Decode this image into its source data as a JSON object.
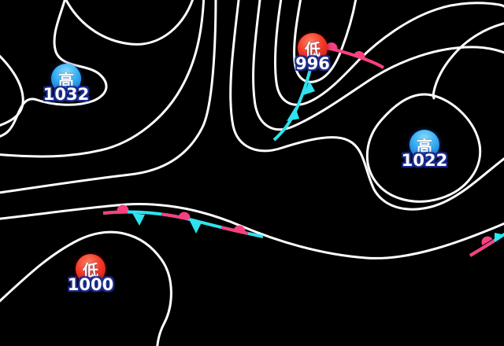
{
  "map": {
    "background_color": "#000000",
    "isobar_color": "#ffffff",
    "colors": {
      "background": "#000000",
      "isobar": "#ffffff",
      "warm_front": "#f84080",
      "cold_front": "#2fe3ee",
      "high_badge_top": "#8edbfa",
      "high_badge_main": "#35aef2",
      "high_badge_edge": "#1565c8",
      "low_badge_top": "#ff8263",
      "low_badge_main": "#f43524",
      "low_badge_edge": "#bf1d15",
      "symbol_text": "#ffffff",
      "value_text": "#ffffff",
      "value_outline": "#1c2a8a"
    },
    "pressure_centers": [
      {
        "id": "high-1032",
        "kind": "high",
        "symbol": "高",
        "value": "1032"
      },
      {
        "id": "low-996",
        "kind": "low",
        "symbol": "低",
        "value": "996"
      },
      {
        "id": "high-1022",
        "kind": "high",
        "symbol": "高",
        "value": "1022"
      },
      {
        "id": "low-1000",
        "kind": "low",
        "symbol": "低",
        "value": "1000"
      }
    ],
    "fronts": [
      {
        "id": "warm-front-ne-of-low-996",
        "type": "warm"
      },
      {
        "id": "cold-front-sw-of-low-996",
        "type": "cold"
      },
      {
        "id": "stationary-front-west",
        "type": "stationary"
      },
      {
        "id": "stationary-front-corner-se",
        "type": "stationary"
      }
    ]
  }
}
